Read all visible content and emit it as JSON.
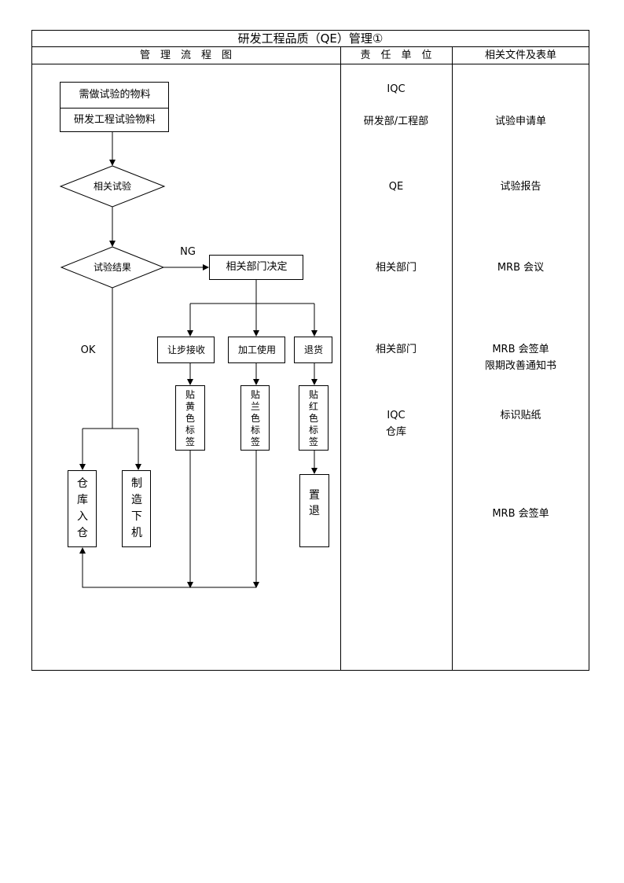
{
  "title": "研发工程品质（QE）管理①",
  "headers": {
    "process": "管　理　流　程　图",
    "owner": "责　任　单　位",
    "docs": "相关文件及表单"
  },
  "flow": {
    "material_top": "需做试验的物料",
    "material_bottom": "研发工程试验物料",
    "related_test": "相关试验",
    "test_result": "试验结果",
    "ng": "NG",
    "ok": "OK",
    "dept_decision": "相关部门决定",
    "concession": "让步接收",
    "rework": "加工使用",
    "return": "退货",
    "yellow_label": "贴黄色标签",
    "blue_label": "贴兰色标签",
    "red_label": "贴红色标签",
    "place_return": "置　退",
    "warehouse_in": "仓库入仓",
    "manufacture": "制造下机"
  },
  "owners": {
    "r1": "IQC",
    "r2": "研发部/工程部",
    "r3": "QE",
    "r4": "相关部门",
    "r5": "相关部门",
    "r6a": "IQC",
    "r6b": "仓库"
  },
  "docs": {
    "r2": "试验申请单",
    "r3": "试验报告",
    "r4": "MRB 会议",
    "r5a": "MRB 会签单",
    "r5b": "限期改善通知书",
    "r6": "标识贴纸",
    "r7": "MRB 会签单"
  }
}
